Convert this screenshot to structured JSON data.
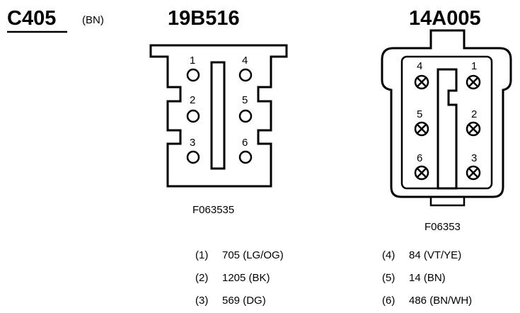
{
  "header": {
    "connector_id": "C405",
    "connector_color": "(BN)"
  },
  "connector_left": {
    "part_number": "19B516",
    "figure_id": "F063535",
    "pins": [
      {
        "label": "1"
      },
      {
        "label": "2"
      },
      {
        "label": "3"
      },
      {
        "label": "4"
      },
      {
        "label": "5"
      },
      {
        "label": "6"
      }
    ]
  },
  "connector_right": {
    "part_number": "14A005",
    "figure_id": "F06353",
    "pins": [
      {
        "label": "4"
      },
      {
        "label": "5"
      },
      {
        "label": "6"
      },
      {
        "label": "1"
      },
      {
        "label": "2"
      },
      {
        "label": "3"
      }
    ]
  },
  "pinout": [
    {
      "pin": "(1)",
      "circuit": "705 (LG/OG)"
    },
    {
      "pin": "(2)",
      "circuit": "1205 (BK)"
    },
    {
      "pin": "(3)",
      "circuit": "569 (DG)"
    },
    {
      "pin": "(4)",
      "circuit": "84 (VT/YE)"
    },
    {
      "pin": "(5)",
      "circuit": "14 (BN)"
    },
    {
      "pin": "(6)",
      "circuit": "486 (BN/WH)"
    }
  ]
}
